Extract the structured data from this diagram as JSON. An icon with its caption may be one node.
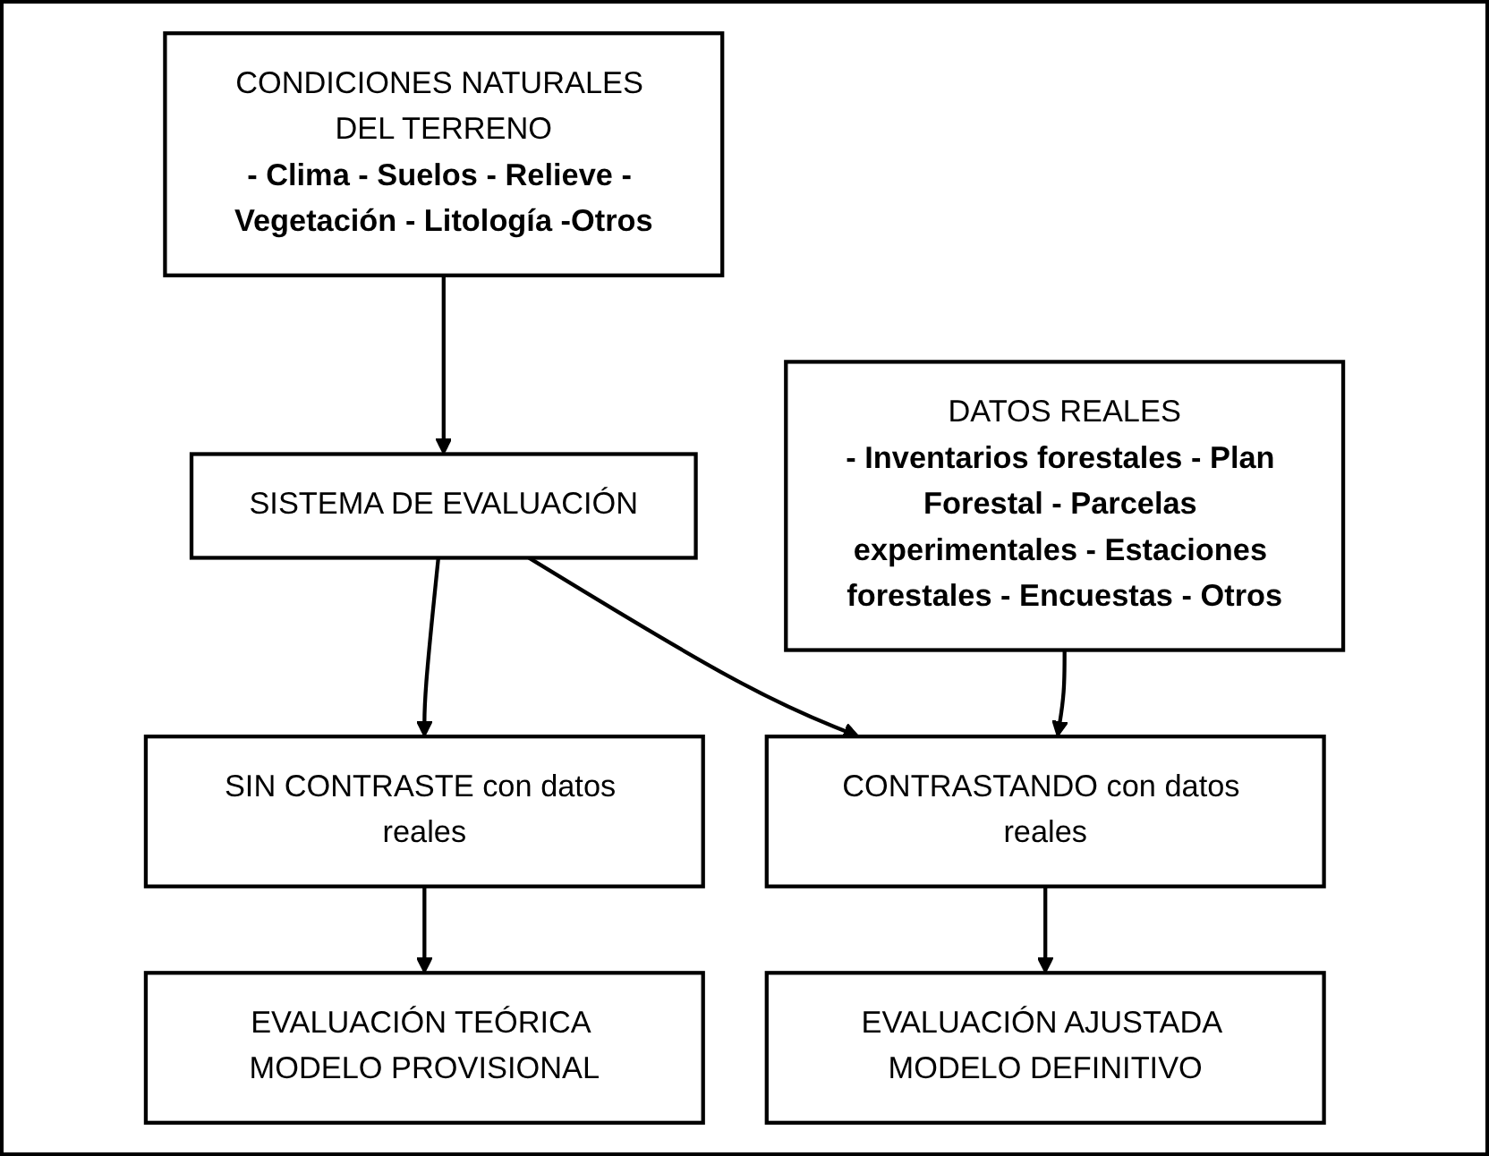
{
  "diagram": {
    "nodes": [
      {
        "text": [
          "CONDICIONES NATURALES DEL TERRENO",
          "- Clima - Suelos - Relieve - Vegetación - Litología -Otros"
        ]
      },
      {
        "text": [
          "SISTEMA DE EVALUACIÓN"
        ]
      },
      {
        "text": [
          "SIN CONTRASTE con datos reales"
        ]
      },
      {
        "text": [
          "DATOS REALES",
          "- Inventarios forestales - Plan Forestal - Parcelas experimentales - Estaciones forestales - Encuestas - Otros"
        ]
      },
      {
        "text": [
          "CONTRASTANDO con datos reales"
        ]
      },
      {
        "text": [
          "EVALUACIÓN TEÓRICA MODELO PROVISIONAL"
        ]
      },
      {
        "text": [
          "EVALUACIÓN AJUSTADA MODELO DEFINITIVO"
        ]
      }
    ],
    "edges": [
      {
        "from": 0,
        "to": 1,
        "arrow": "to"
      },
      {
        "from": 1,
        "to": 2,
        "arrow": "to"
      },
      {
        "from": 1,
        "to": 4,
        "arrow": "to"
      },
      {
        "from": 3,
        "to": 4,
        "arrow": "to"
      },
      {
        "from": 2,
        "to": 5,
        "arrow": "to"
      },
      {
        "from": 4,
        "to": 6,
        "arrow": "to"
      }
    ]
  }
}
